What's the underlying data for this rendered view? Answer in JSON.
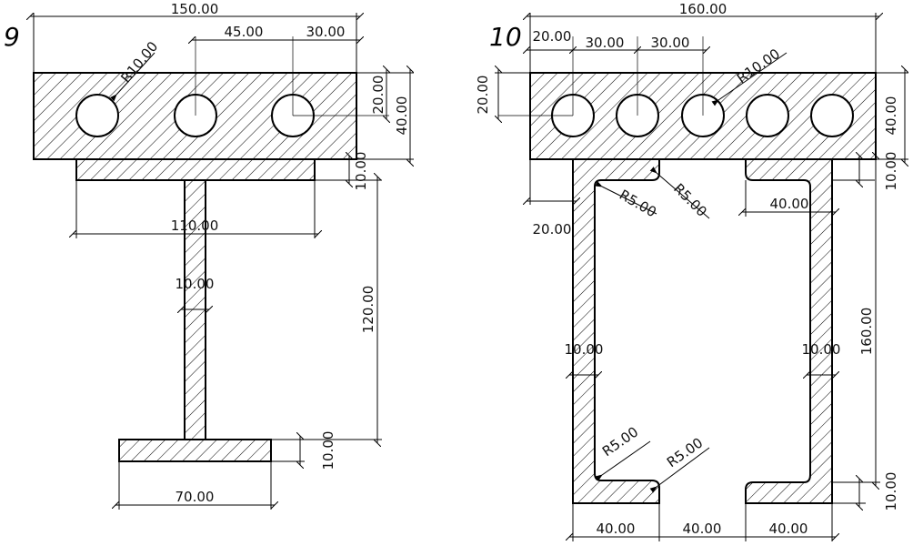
{
  "figure_9": {
    "label": "9",
    "dims": {
      "overall_width": "150.00",
      "hole_spacing_1": "45.00",
      "hole_spacing_2": "30.00",
      "hole_radius": "R10.00",
      "hole_center_height": "20.00",
      "plate_height": "40.00",
      "flange_thickness": "10.00",
      "flange_width": "110.00",
      "web_thickness": "10.00",
      "web_height": "120.00",
      "bottom_flange_thickness": "10.00",
      "bottom_flange_width": "70.00"
    }
  },
  "figure_10": {
    "label": "10",
    "dims": {
      "overall_width": "160.00",
      "edge_to_hole": "20.00",
      "hole_spacing_1": "30.00",
      "hole_spacing_2": "30.00",
      "hole_radius": "R10.00",
      "hole_center_height": "20.00",
      "plate_height": "40.00",
      "channel_offset": "10.00",
      "left_offset": "20.00",
      "fillet_1": "R5.00",
      "fillet_2": "R5.00",
      "right_flange_width": "40.00",
      "channel_height": "160.00",
      "left_wall_thickness": "10.00",
      "right_wall_thickness": "10.00",
      "fillet_3": "R5.00",
      "fillet_4": "R5.00",
      "bottom_thickness": "10.00",
      "bottom_width_1": "40.00",
      "bottom_gap": "40.00",
      "bottom_width_2": "40.00"
    }
  }
}
